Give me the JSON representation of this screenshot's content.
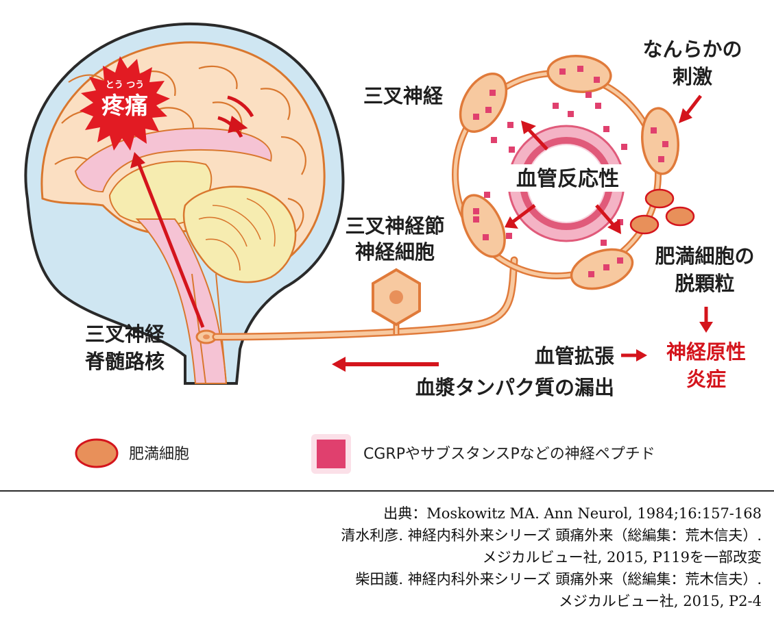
{
  "labels": {
    "pain_ruby": "とう  つう",
    "pain": "疼痛",
    "trigeminal_nerve": "三叉神経",
    "stimulus_line1": "なんらかの",
    "stimulus_line2": "刺激",
    "vascular_reactivity": "血管反応性",
    "ganglion_line1": "三叉神経節",
    "ganglion_line2": "神経細胞",
    "mast_degran_line1": "肥満細胞の",
    "mast_degran_line2": "脱顆粒",
    "nucleus_line1": "三叉神経",
    "nucleus_line2": "脊髄路核",
    "vasodilation": "血管拡張",
    "plasma_leak": "血漿タンパク質の漏出",
    "inflammation_line1": "神経原性",
    "inflammation_line2": "炎症"
  },
  "legend": {
    "mast_cell": "肥満細胞",
    "peptide": "CGRPやサブスタンスPなどの神経ペプチド"
  },
  "citation": [
    "出典：Moskowitz MA. Ann Neurol, 1984;16:157-168",
    "清水利彦. 神経内科外来シリーズ 頭痛外来（総編集：荒木信夫）.",
    "メジカルビュー社, 2015, P119を一部改変",
    "柴田護. 神経内科外来シリーズ 頭痛外来（総編集：荒木信夫）.",
    "メジカルビュー社, 2015, P2-4"
  ],
  "colors": {
    "red": "#d4141c",
    "nerve_fill": "#f7c9a0",
    "nerve_stroke": "#e07a3a",
    "peptide": "#e0406e",
    "mast_cell": "#e8905a",
    "skull_blue": "#cfe6f2",
    "vessel_pink": "#e05a7a"
  }
}
